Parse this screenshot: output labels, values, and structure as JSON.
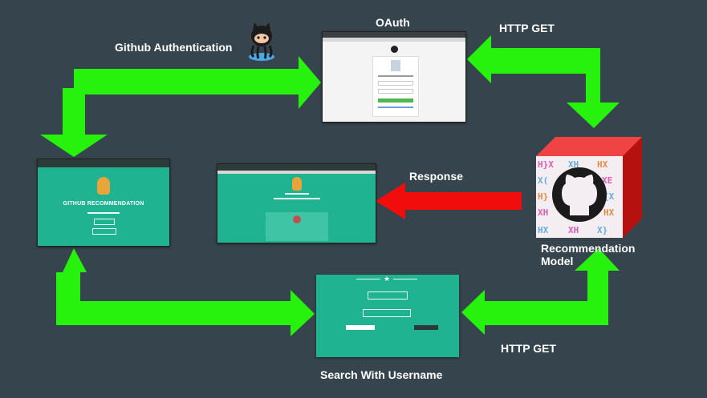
{
  "labels": {
    "github_auth": "Github Authentication",
    "oauth": "OAuth",
    "http_get_top": "HTTP GET",
    "response": "Response",
    "recommendation_model": "Recommendation\nModel",
    "http_get_bottom": "HTTP GET",
    "search_with_username": "Search With Username"
  },
  "screens": {
    "home_title": "GITHUB RECOMMENDATION"
  },
  "colors": {
    "background": "#36454d",
    "arrow_green": "#27f20e",
    "arrow_red": "#f20d0d",
    "teal": "#1fb392",
    "cube_red": "#e8221f"
  },
  "icons": [
    "github-octocat-icon",
    "github-logo-icon"
  ]
}
